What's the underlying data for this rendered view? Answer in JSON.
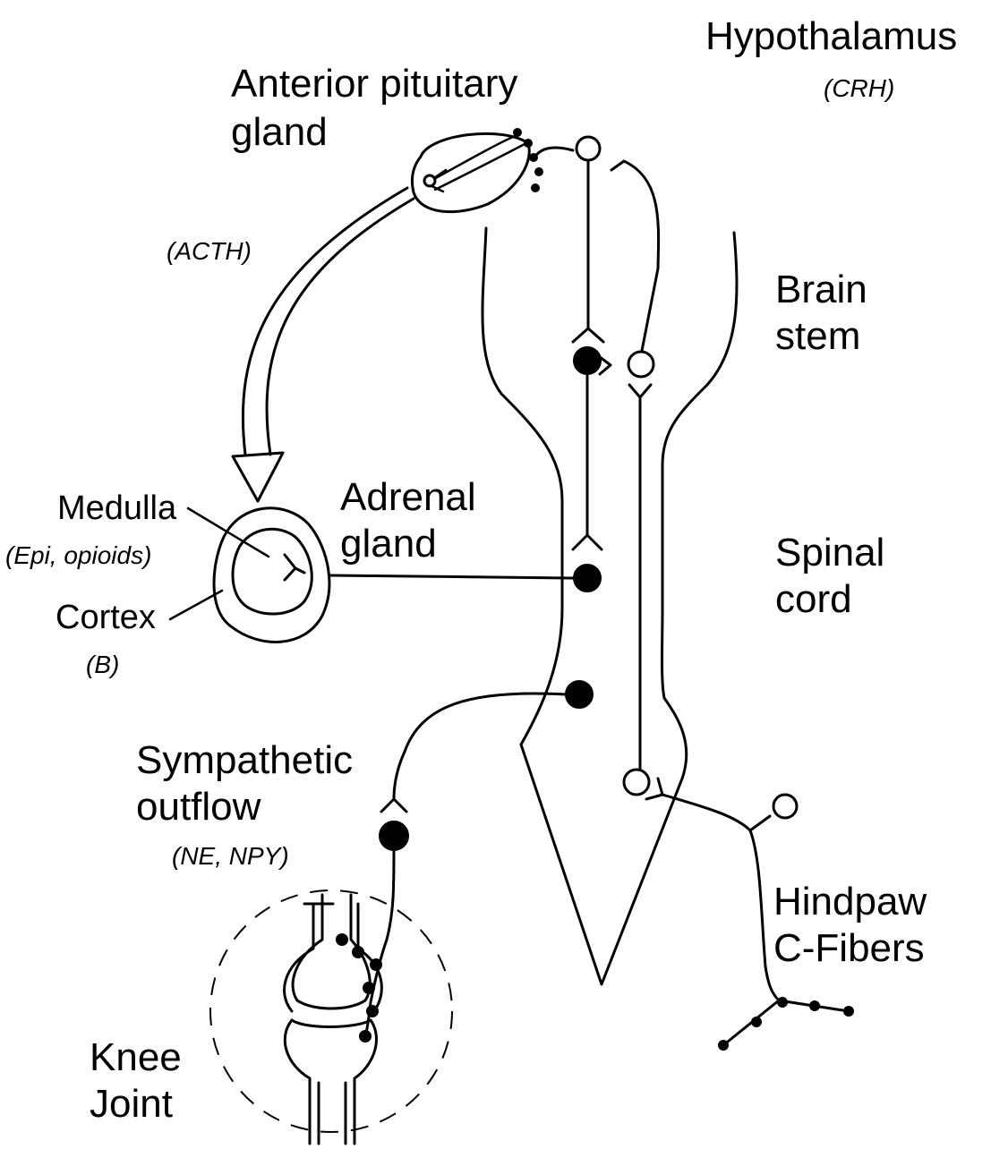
{
  "labels": {
    "hypothalamus": "Hypothalamus",
    "crh": "(CRH)",
    "anterior_pituitary_1": "Anterior pituitary",
    "anterior_pituitary_2": "gland",
    "acth": "(ACTH)",
    "brain_stem_1": "Brain",
    "brain_stem_2": "stem",
    "adrenal_1": "Adrenal",
    "adrenal_2": "gland",
    "medulla": "Medulla",
    "medulla_sub": "(Epi, opioids)",
    "cortex": "Cortex",
    "cortex_sub": "(B)",
    "spinal_1": "Spinal",
    "spinal_2": "cord",
    "sympathetic_1": "Sympathetic",
    "sympathetic_2": "outflow",
    "sympathetic_sub": "(NE, NPY)",
    "hindpaw_1": "Hindpaw",
    "hindpaw_2": "C-Fibers",
    "knee_1": "Knee",
    "knee_2": "Joint"
  }
}
